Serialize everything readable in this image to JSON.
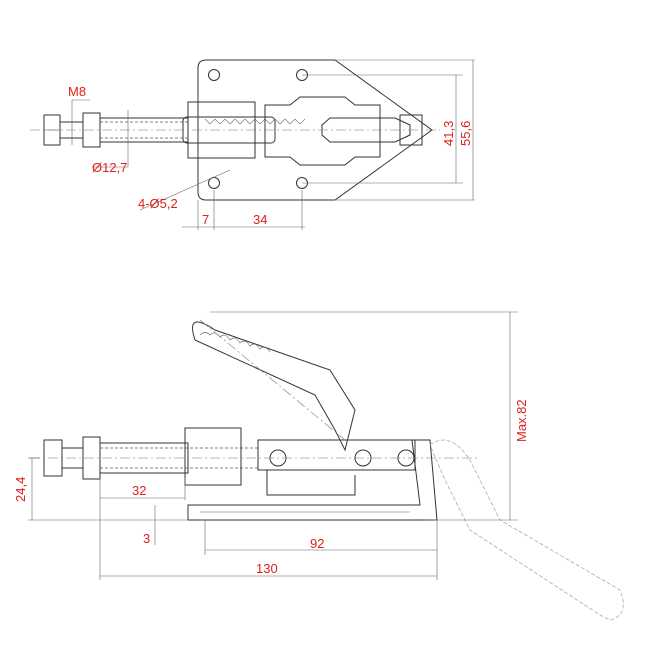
{
  "title": "Push-pull toggle clamp dimension drawing",
  "colors": {
    "dimension_text": "#e0201a",
    "lines": "#333333"
  },
  "top_view": {
    "thread": "M8",
    "rod_diameter": "Ø12,7",
    "holes": "4-Ø5,2",
    "hole_offset": "7",
    "hole_spacing": "34",
    "hole_pitch_vertical": "41,3",
    "plate_width": "55,6"
  },
  "side_view": {
    "max_height": "Max.82",
    "axis_height": "24,4",
    "stroke": "32",
    "plate_thickness": "3",
    "base_length": "92",
    "overall_length": "130"
  }
}
